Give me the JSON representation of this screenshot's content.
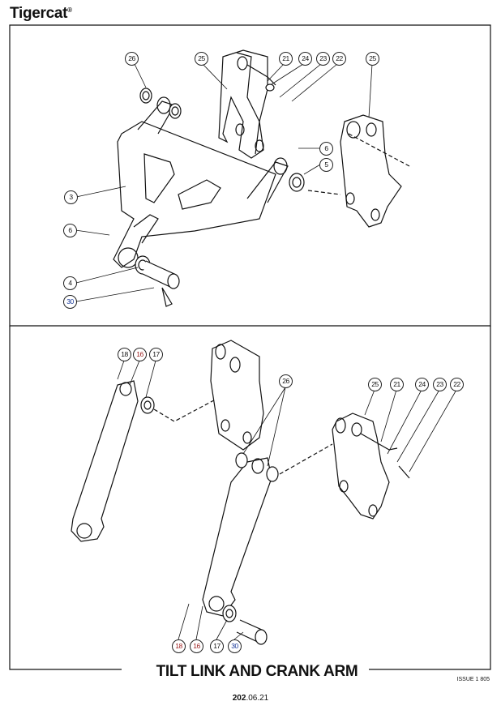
{
  "header": {
    "brand": "Tigercat",
    "registered": "®"
  },
  "top_panel": {
    "callouts": [
      "26",
      "25",
      "21",
      "24",
      "23",
      "22",
      "25",
      "6",
      "5",
      "3",
      "6",
      "4",
      "30"
    ]
  },
  "bottom_panel": {
    "callouts": [
      "18",
      "16",
      "17",
      "26",
      "25",
      "21",
      "24",
      "23",
      "22",
      "18",
      "16",
      "17",
      "30"
    ]
  },
  "footer": {
    "title": "TILT LINK AND CRANK ARM",
    "issue": "ISSUE 1 805",
    "page_bold": "202",
    "page_rest": ".06.21"
  }
}
